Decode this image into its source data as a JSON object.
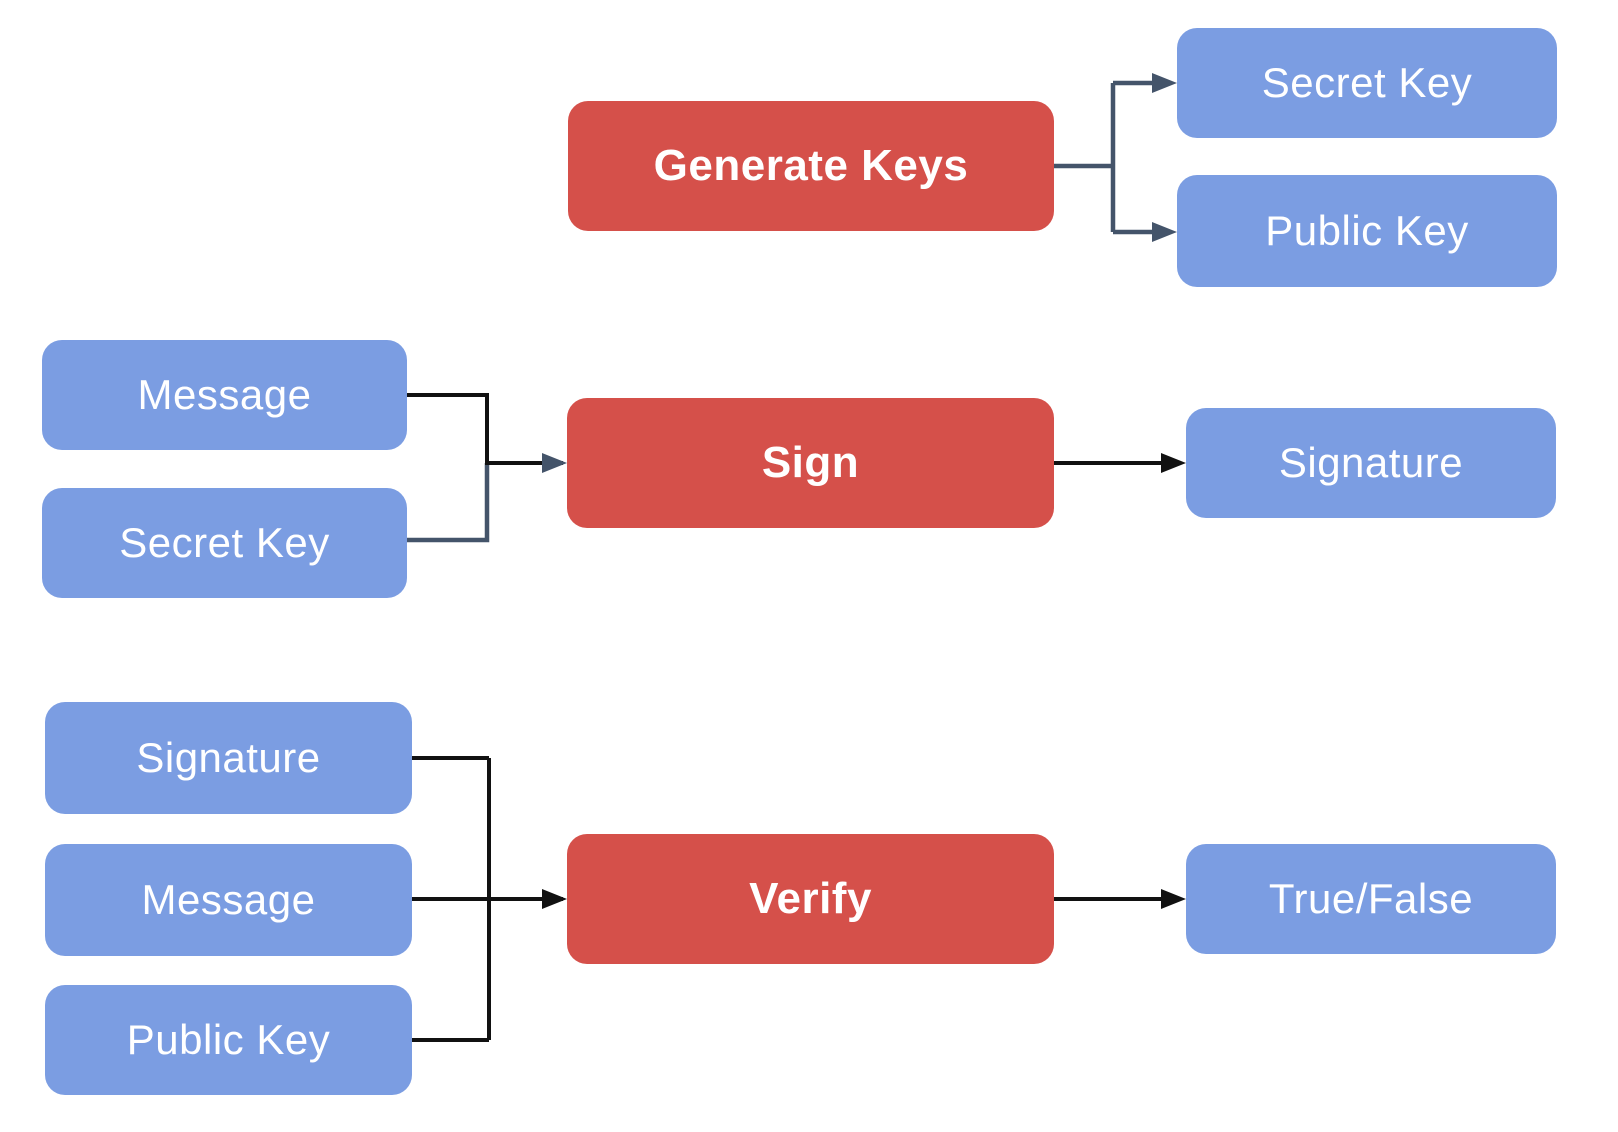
{
  "colors": {
    "process_fill": "#d5504a",
    "data_fill": "#7b9de2",
    "connector_slate": "#44546a",
    "connector_black": "#111111",
    "label_text": "#ffffff"
  },
  "diagram": {
    "generate": {
      "process": "Generate Keys",
      "outputs": [
        "Secret Key",
        "Public Key"
      ]
    },
    "sign": {
      "inputs": [
        "Message",
        "Secret Key"
      ],
      "process": "Sign",
      "output": "Signature"
    },
    "verify": {
      "inputs": [
        "Signature",
        "Message",
        "Public Key"
      ],
      "process": "Verify",
      "output": "True/False"
    }
  }
}
